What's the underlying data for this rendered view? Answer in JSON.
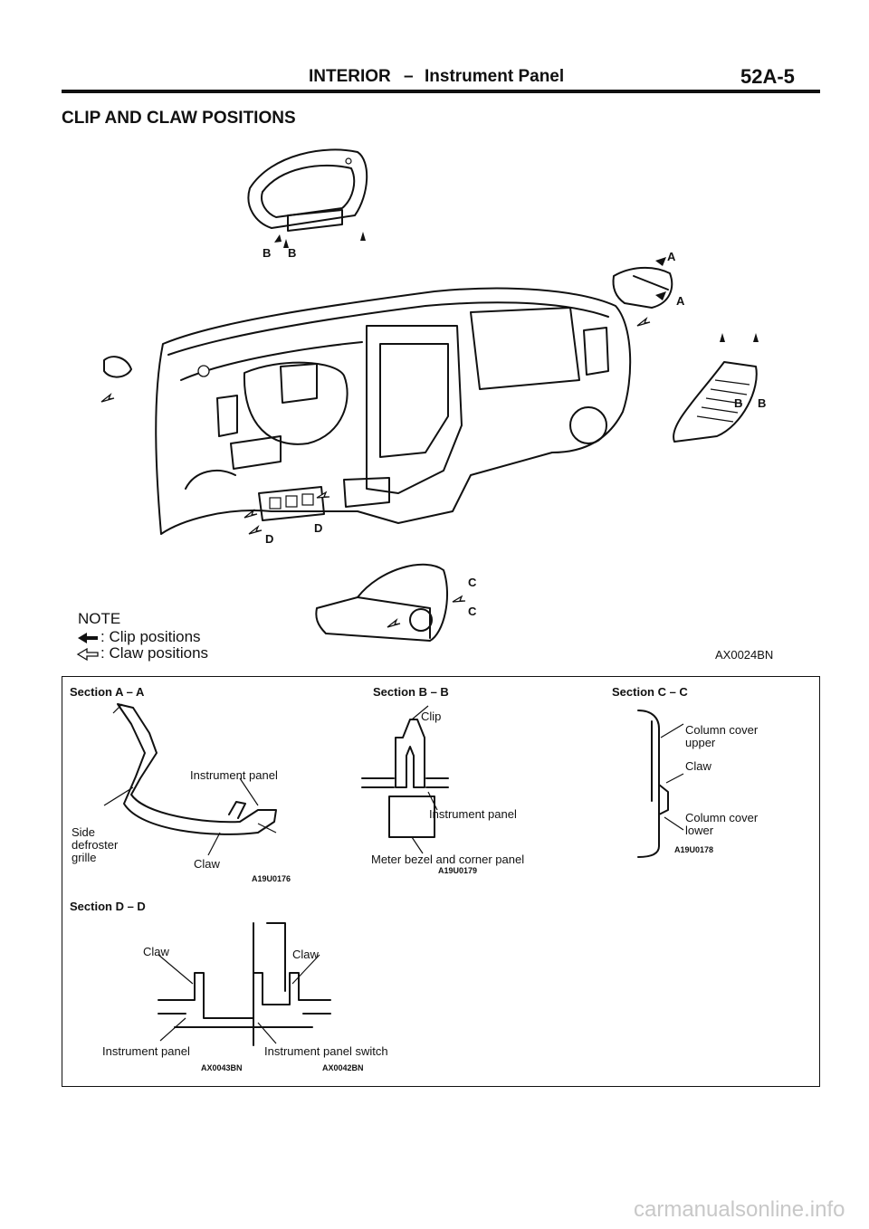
{
  "header": {
    "title": "INTERIOR",
    "dash": "–",
    "subtitle": "Instrument Panel",
    "page_number": "52A-5"
  },
  "heading": "CLIP AND CLAW POSITIONS",
  "callouts": {
    "a1": "A",
    "a2": "A",
    "b1": "B",
    "b2": "B",
    "b3": "B",
    "b4": "B",
    "c1": "C",
    "c2": "C",
    "d1": "D",
    "d2": "D"
  },
  "note": {
    "title": "NOTE",
    "clip": ": Clip positions",
    "claw": ": Claw positions"
  },
  "figure_code_main": "AX0024BN",
  "sections": {
    "aa": {
      "title": "Section A – A",
      "instrument_panel": "Instrument panel",
      "side_defroster_grille": "Side\ndefroster\ngrille",
      "claw": "Claw",
      "code": "A19U0176"
    },
    "bb": {
      "title": "Section B – B",
      "clip": "Clip",
      "instrument_panel": "Instrument panel",
      "meter_bezel": "Meter bezel and corner panel",
      "code": "A19U0179"
    },
    "cc": {
      "title": "Section C – C",
      "column_cover_upper": "Column cover\nupper",
      "claw": "Claw",
      "column_cover_lower": "Column cover\nlower",
      "code": "A19U0178"
    },
    "dd": {
      "title": "Section D – D",
      "claw_left": "Claw",
      "claw_right": "Claw",
      "instrument_panel": "Instrument panel",
      "instrument_panel_switch": "Instrument panel switch",
      "code_left": "AX0043BN",
      "code_right": "AX0042BN"
    }
  },
  "footer": {
    "watermark": "carmanualsonline.info"
  }
}
